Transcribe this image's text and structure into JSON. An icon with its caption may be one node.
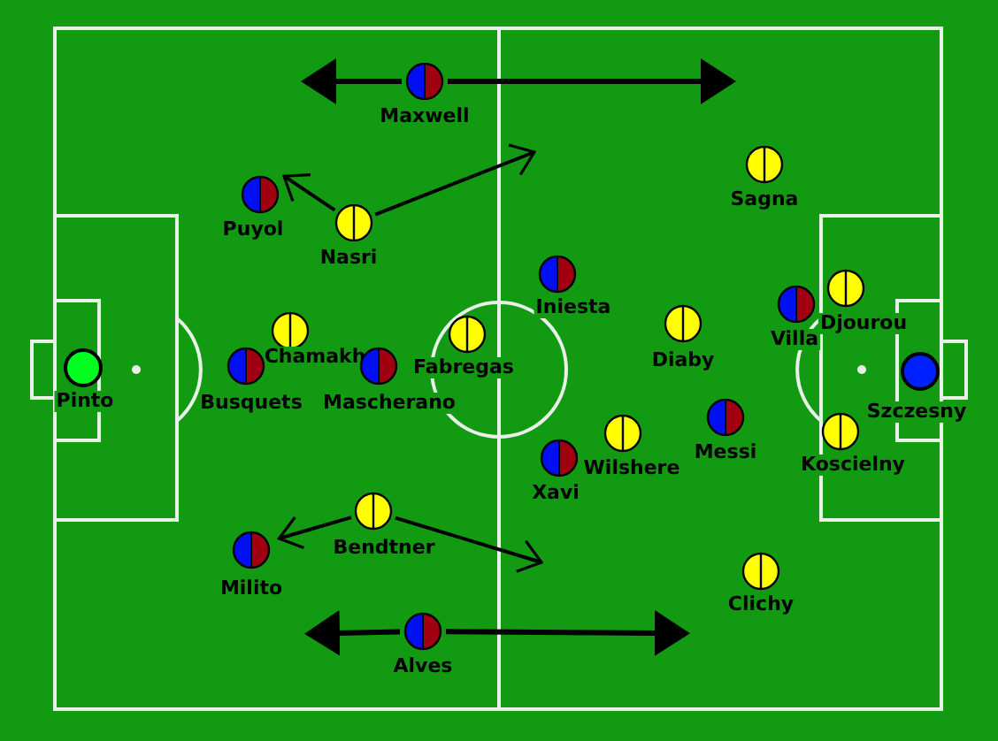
{
  "diagram": {
    "nodes": [
      {
        "text": [
          "Maxwell"
        ]
      },
      {
        "text": [
          "Sagna"
        ]
      },
      {
        "text": [
          "Puyol"
        ]
      },
      {
        "text": [
          "Nasri"
        ]
      },
      {
        "text": [
          "Iniesta"
        ]
      },
      {
        "text": [
          "Djourou"
        ]
      },
      {
        "text": [
          "Villa"
        ]
      },
      {
        "text": [
          "Diaby"
        ]
      },
      {
        "text": [
          "Chamakh"
        ]
      },
      {
        "text": [
          "Fabregas"
        ]
      },
      {
        "text": [
          "Pinto"
        ]
      },
      {
        "text": [
          "Busquets"
        ]
      },
      {
        "text": [
          "Mascherano"
        ]
      },
      {
        "text": [
          "Szczesny"
        ]
      },
      {
        "text": [
          "Messi"
        ]
      },
      {
        "text": [
          "Koscielny"
        ]
      },
      {
        "text": [
          "Wilshere"
        ]
      },
      {
        "text": [
          "Xavi"
        ]
      },
      {
        "text": [
          "Bendtner"
        ]
      },
      {
        "text": [
          "Milito"
        ]
      },
      {
        "text": [
          "Clichy"
        ]
      },
      {
        "text": [
          "Alves"
        ]
      }
    ],
    "edges": [
      {
        "from": 0,
        "to": null,
        "arrow": "to"
      },
      {
        "from": 0,
        "to": null,
        "arrow": "to"
      },
      {
        "from": 3,
        "to": 2,
        "arrow": "to"
      },
      {
        "from": 3,
        "to": null,
        "arrow": "to"
      },
      {
        "from": 18,
        "to": 19,
        "arrow": "to"
      },
      {
        "from": 18,
        "to": null,
        "arrow": "to"
      },
      {
        "from": 21,
        "to": null,
        "arrow": "to"
      },
      {
        "from": 21,
        "to": null,
        "arrow": "to"
      }
    ]
  }
}
